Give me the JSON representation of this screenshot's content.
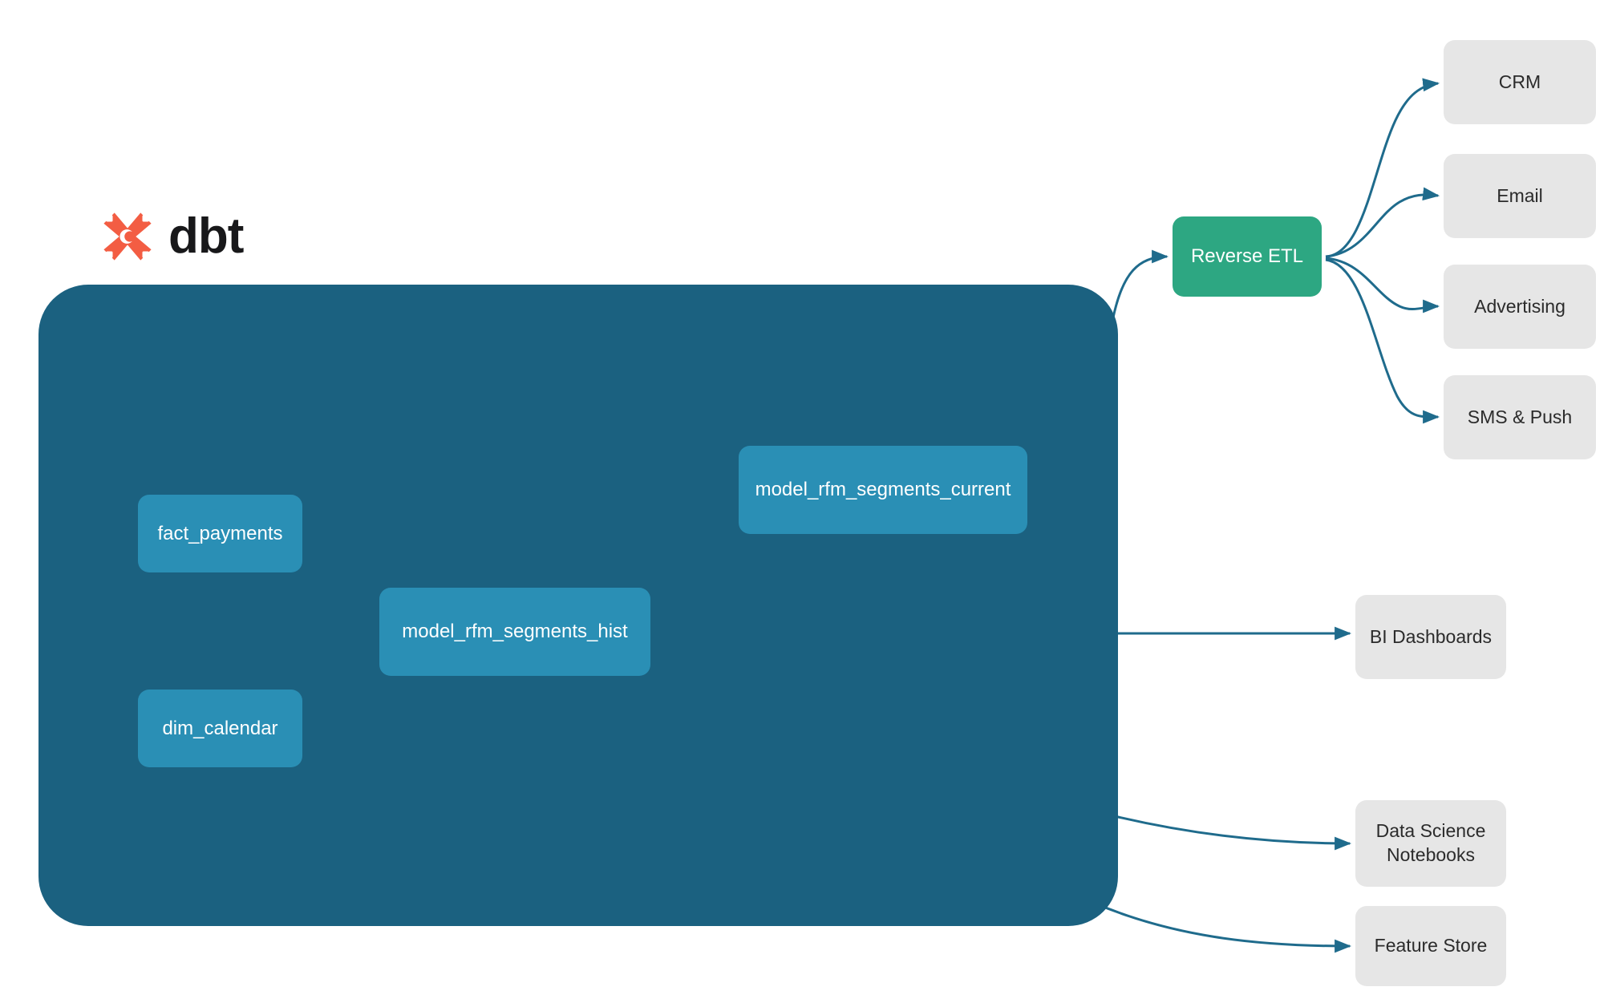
{
  "brand": {
    "name": "dbt",
    "logo_icon": "dbt-x-logo-icon",
    "logo_color": "#f35d43"
  },
  "colors": {
    "warehouse_container": "#1b6180",
    "model_node": "#2a8fb5",
    "reverse_etl_node": "#2da782",
    "destination_node": "#e6e6e6",
    "edge_internal": "#3d9dbd",
    "edge_external": "#1f6b8c",
    "page_background": "#ffffff"
  },
  "warehouse": {
    "label": "",
    "models": [
      {
        "id": "fact_payments",
        "label": "fact_payments"
      },
      {
        "id": "dim_calendar",
        "label": "dim_calendar"
      },
      {
        "id": "model_rfm_segments_hist",
        "label": "model_rfm_segments_hist"
      },
      {
        "id": "model_rfm_segments_current",
        "label": "model_rfm_segments_current"
      }
    ]
  },
  "activation": {
    "reverse_etl": {
      "id": "reverse_etl",
      "label": "Reverse ETL"
    },
    "destinations": [
      {
        "id": "crm",
        "label": "CRM"
      },
      {
        "id": "email",
        "label": "Email"
      },
      {
        "id": "advertising",
        "label": "Advertising"
      },
      {
        "id": "sms_push",
        "label": "SMS & Push"
      }
    ]
  },
  "consumers": [
    {
      "id": "bi_dashboards",
      "label": "BI Dashboards"
    },
    {
      "id": "data_science_notebooks",
      "label": "Data Science\nNotebooks",
      "line1": "Data Science",
      "line2": "Notebooks"
    },
    {
      "id": "feature_store",
      "label": "Feature Store"
    }
  ],
  "edges": [
    {
      "from": "fact_payments",
      "to": "model_rfm_segments_hist"
    },
    {
      "from": "dim_calendar",
      "to": "model_rfm_segments_hist"
    },
    {
      "from": "model_rfm_segments_hist",
      "to": "model_rfm_segments_current"
    },
    {
      "from": "model_rfm_segments_current",
      "to": "reverse_etl"
    },
    {
      "from": "model_rfm_segments_hist",
      "to": "bi_dashboards"
    },
    {
      "from": "model_rfm_segments_hist",
      "to": "data_science_notebooks"
    },
    {
      "from": "model_rfm_segments_hist",
      "to": "feature_store"
    },
    {
      "from": "reverse_etl",
      "to": "crm"
    },
    {
      "from": "reverse_etl",
      "to": "email"
    },
    {
      "from": "reverse_etl",
      "to": "advertising"
    },
    {
      "from": "reverse_etl",
      "to": "sms_push"
    }
  ]
}
